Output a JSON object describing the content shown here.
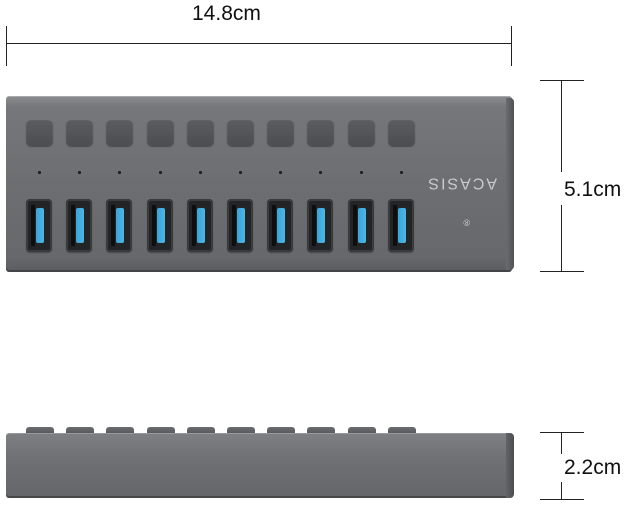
{
  "dimensions": {
    "width_label": "14.8cm",
    "height_label": "5.1cm",
    "thickness_label": "2.2cm"
  },
  "device": {
    "brand": "ACASIS",
    "trademark": "®",
    "port_count": 10,
    "button_count": 10,
    "body_color": "#6c6e71",
    "port_accent_color": "#4db6e6"
  }
}
